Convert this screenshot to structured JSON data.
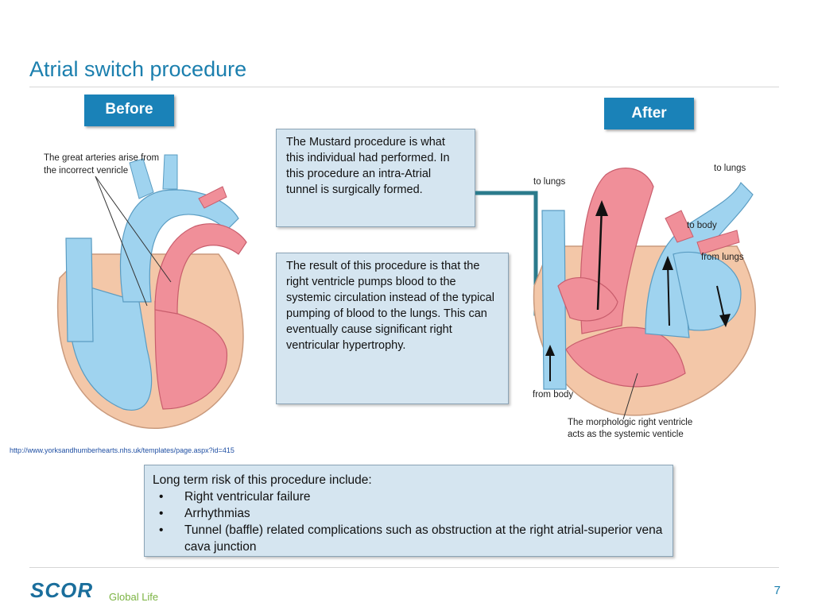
{
  "slide": {
    "title": "Atrial switch procedure",
    "page_number": "7"
  },
  "tags": {
    "before": "Before",
    "after": "After"
  },
  "boxes": {
    "mustard": "The Mustard procedure is what this individual had performed.  In this procedure an intra-Atrial tunnel is surgically formed.",
    "result": "The result of this procedure is that the right ventricle pumps blood to the systemic circulation instead of the typical pumping of blood to the lungs.  This can eventually cause significant right ventricular hypertrophy."
  },
  "before_diagram": {
    "label_line1": "The great arteries arise from",
    "label_line2": "the incorrect venricle"
  },
  "after_diagram": {
    "to_lungs_left": "to lungs",
    "to_lungs_right": "to lungs",
    "to_body": "to body",
    "from_lungs": "from lungs",
    "from_body": "from body",
    "caption_line1": "The morphologic right ventricle",
    "caption_line2": "acts as the systemic venticle"
  },
  "source_url": "http://www.yorksandhumberhearts.nhs.uk/templates/page.aspx?id=415",
  "risks": {
    "heading": "Long term risk of this procedure include:",
    "bullet": "•",
    "items": [
      "Right ventricular failure",
      "Arrhythmias",
      "Tunnel (baffle) related complications such as obstruction at the right atrial-superior vena cava junction"
    ]
  },
  "footer": {
    "logo": "SCOR",
    "logo_sub": "Global Life"
  },
  "colors": {
    "accent": "#1b7fae",
    "tag_bg": "#1a82b8",
    "box_bg": "#d5e5f0",
    "arrow": "#2b7b8c",
    "logo_green": "#7bb342"
  }
}
